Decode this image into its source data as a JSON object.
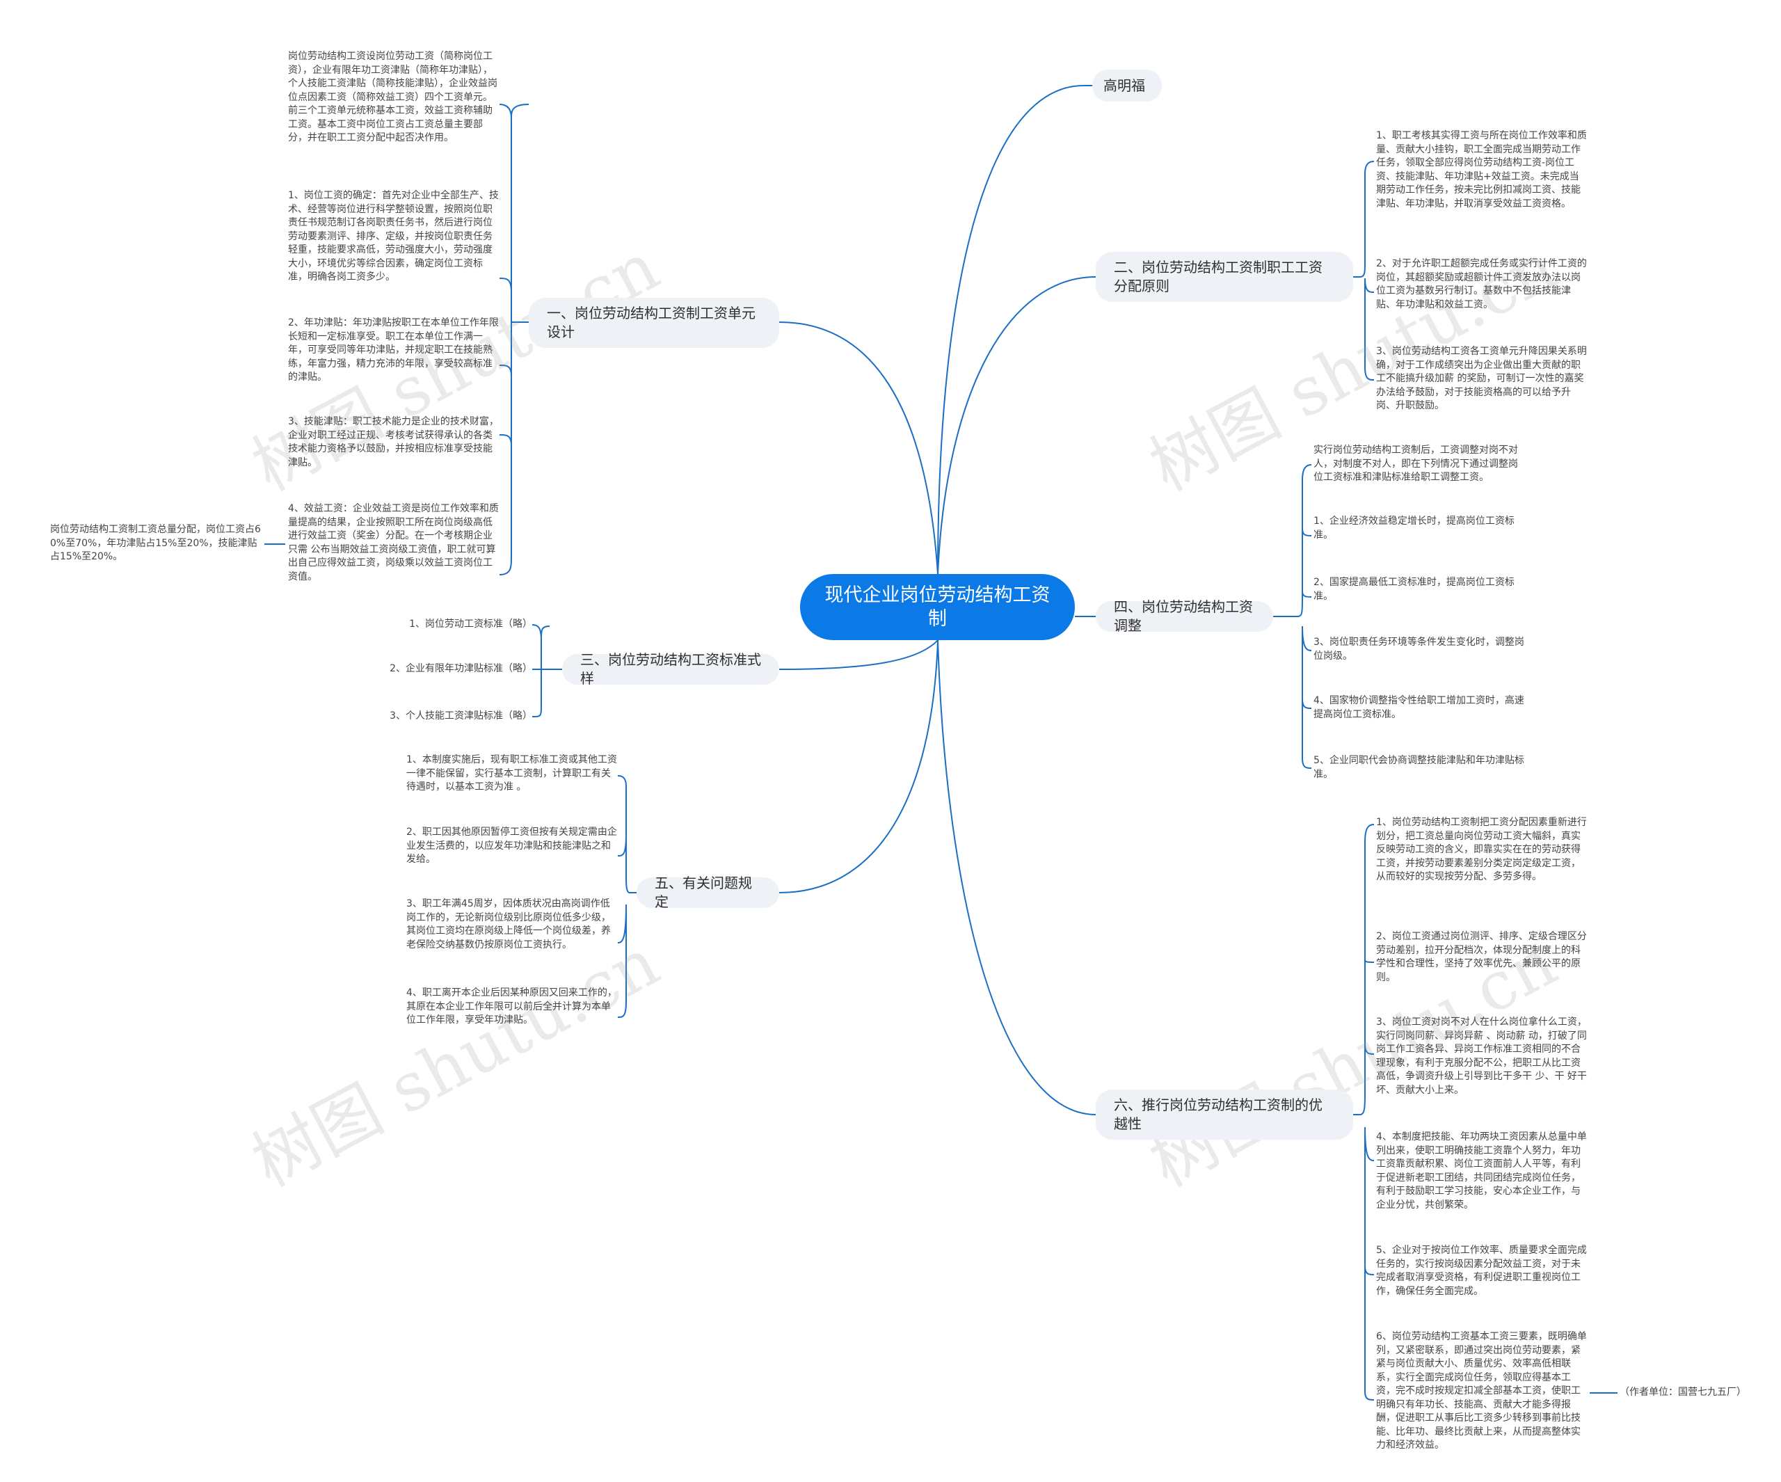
{
  "central": "现代企业岗位劳动结构工资制",
  "watermark": "树图 shutu.cn",
  "branches": {
    "b0": "高明福",
    "b1": "一、岗位劳动结构工资制工资单元设计",
    "b2": "二、岗位劳动结构工资制职工工资分配原则",
    "b3": "三、岗位劳动结构工资标准式样",
    "b4": "四、岗位劳动结构工资调整",
    "b5": "五、有关问题规定",
    "b6": "六、推行岗位劳动结构工资制的优越性"
  },
  "leaves": {
    "b1_0": "岗位劳动结构工资设岗位劳动工资（简称岗位工资），企业有限年功工资津贴（简称年功津贴），个人技能工资津贴（简称技能津贴），企业效益岗位点因素工资（简称效益工资）四个工资单元。前三个工资单元统称基本工资，效益工资称辅助工资。基本工资中岗位工资占工资总量主要部分，并在职工工资分配中起否决作用。",
    "b1_1": "1、岗位工资的确定：首先对企业中全部生产、技术、经营等岗位进行科学整顿设置，按照岗位职责任书规范制订各岗职责任务书，然后进行岗位劳动要素测评、排序、定级，并按岗位职责任务轻重，技能要求高低，劳动强度大小，劳动强度大小，环境优劣等综合因素，确定岗位工资标准，明确各岗工资多少。",
    "b1_2": "2、年功津贴：年功津贴按职工在本单位工作年限长短和一定标准享受。职工在本单位工作满一年，可享受同等年功津贴，并规定职工在技能熟练，年富力强，精力充沛的年限，享受较高标准的津贴。",
    "b1_3": "3、技能津贴：职工技术能力是企业的技术财富，企业对职工经过正规、考核考试获得承认的各类技术能力资格予以鼓励，并按相应标准享受技能津贴。",
    "b1_4": "4、效益工资：企业效益工资是岗位工作效率和质量提高的结果，企业按照职工所在岗位岗级高低进行效益工资（奖金）分配。在一个考核期企业只需 公布当期效益工资岗级工资值，职工就可算出自己应得效益工资，岗级乘以效益工资岗位工资值。",
    "b1_4_0": "岗位劳动结构工资制工资总量分配，岗位工资占60%至70%，年功津贴占15%至20%，技能津贴占15%至20%。",
    "b2_0": "1、职工考核其实得工资与所在岗位工作效率和质量、贡献大小挂钩，职工全面完成当期劳动工作任务，领取全部应得岗位劳动结构工资-岗位工资、技能津贴、年功津贴+效益工资。未完成当期劳动工作任务，按未完比例扣减岗工资、技能津贴、年功津贴，并取消享受效益工资资格。",
    "b2_1": "2、对于允许职工超额完成任务或实行计件工资的岗位，其超额奖励或超额计件工资发放办法以岗位工资为基数另行制订。基数中不包括技能津贴、年功津贴和效益工资。",
    "b2_2": "3、岗位劳动结构工资各工资单元升降因果关系明确，对于工作成绩突出为企业做出重大贡献的职工不能搞升级加薪 的奖励，可制订一次性的嘉奖办法给予鼓励，对于技能资格高的可以给予升岗、升职鼓励。",
    "b3_0": "1、岗位劳动工资标准（略）",
    "b3_1": "2、企业有限年功津贴标准（略）",
    "b3_2": "3、个人技能工资津贴标准（略）",
    "b4_0": "实行岗位劳动结构工资制后，工资调整对岗不对人，对制度不对人，即在下列情况下通过调整岗位工资标准和津贴标准给职工调整工资。",
    "b4_1": "1、企业经济效益稳定增长时，提高岗位工资标准。",
    "b4_2": "2、国家提高最低工资标准时，提高岗位工资标准。",
    "b4_3": "3、岗位职责任务环境等条件发生变化时，调整岗位岗级。",
    "b4_4": "4、国家物价调整指令性给职工增加工资时，高速提高岗位工资标准。",
    "b4_5": "5、企业同职代会协商调整技能津贴和年功津贴标准。",
    "b5_0": "1、本制度实施后，现有职工标准工资或其他工资一律不能保留，实行基本工资制，计算职工有关待遇时，以基本工资为准 。",
    "b5_1": "2、职工因其他原因暂停工资但按有关规定需由企业发生活费的，以应发年功津贴和技能津贴之和发给。",
    "b5_2": "3、职工年满45周岁，因体质状况由高岗调作低岗工作的，无论新岗位级别比原岗位低多少级，其岗位工资均在原岗级上降低一个岗位级差，养老保险交纳基数仍按原岗位工资执行。",
    "b5_3": "4、职工离开本企业后因某种原因又回来工作的，其原在本企业工作年限可以前后全并计算为本单位工作年限，享受年功津贴。",
    "b6_0": "1、岗位劳动结构工资制把工资分配因素重新进行划分，把工资总量向岗位劳动工资大幅斜，真实反映劳动工资的含义，即靠实实在在的劳动获得工资，并按劳动要素差别分类定岗定级定工资，从而较好的实现按劳分配、多劳多得。",
    "b6_1": "2、岗位工资通过岗位测评、排序、定级合理区分劳动差别，拉开分配档次，体现分配制度上的科学性和合理性，坚持了效率优先、兼顾公平的原则。",
    "b6_2": "3、岗位工资对岗不对人在什么岗位拿什么工资，实行同岗同薪、异岗异薪 、岗动薪 动，打破了同岗工作工资各异、异岗工作标准工资相同的不合理现象，有利于克服分配不公，把职工从比工资高低，争调资升级上引导到比干多干 少、干 好干坏、贡献大小上来。",
    "b6_3": "4、本制度把技能、年功两块工资因素从总量中单列出来，使职工明确技能工资靠个人努力，年功工资靠贡献积累、岗位工资面前人人平等，有利于促进新老职工团结，共同团结完成岗位任务，有利于鼓励职工学习技能，安心本企业工作，与企业分忧，共创繁荣。",
    "b6_4": "5、企业对于按岗位工作效率、质量要求全面完成任务的，实行按岗级因素分配效益工资，对于未完成者取消享受资格，有利促进职工重视岗位工作，确保任务全面完成。",
    "b6_5": "6、岗位劳动结构工资基本工资三要素，既明确单列，又紧密联系，即通过突出岗位劳动要素，紧紧与岗位贡献大小、质量优劣、效率高低相联系，实行全面完成岗位任务，领取应得基本工资，完不成时按规定扣减全部基本工资，使职工明确只有年功长、技能高、贡献大才能多得报酬，促进职工从事后比工资多少转移到事前比技能、比年功、最终比贡献上来，从而提高整体实力和经济效益。",
    "b6_5_0": "（作者单位：国营七九五厂）"
  },
  "colors": {
    "central_fill": "#0b79e6",
    "link": "#1a6fc4",
    "branch_fill": "#eef1f6"
  }
}
